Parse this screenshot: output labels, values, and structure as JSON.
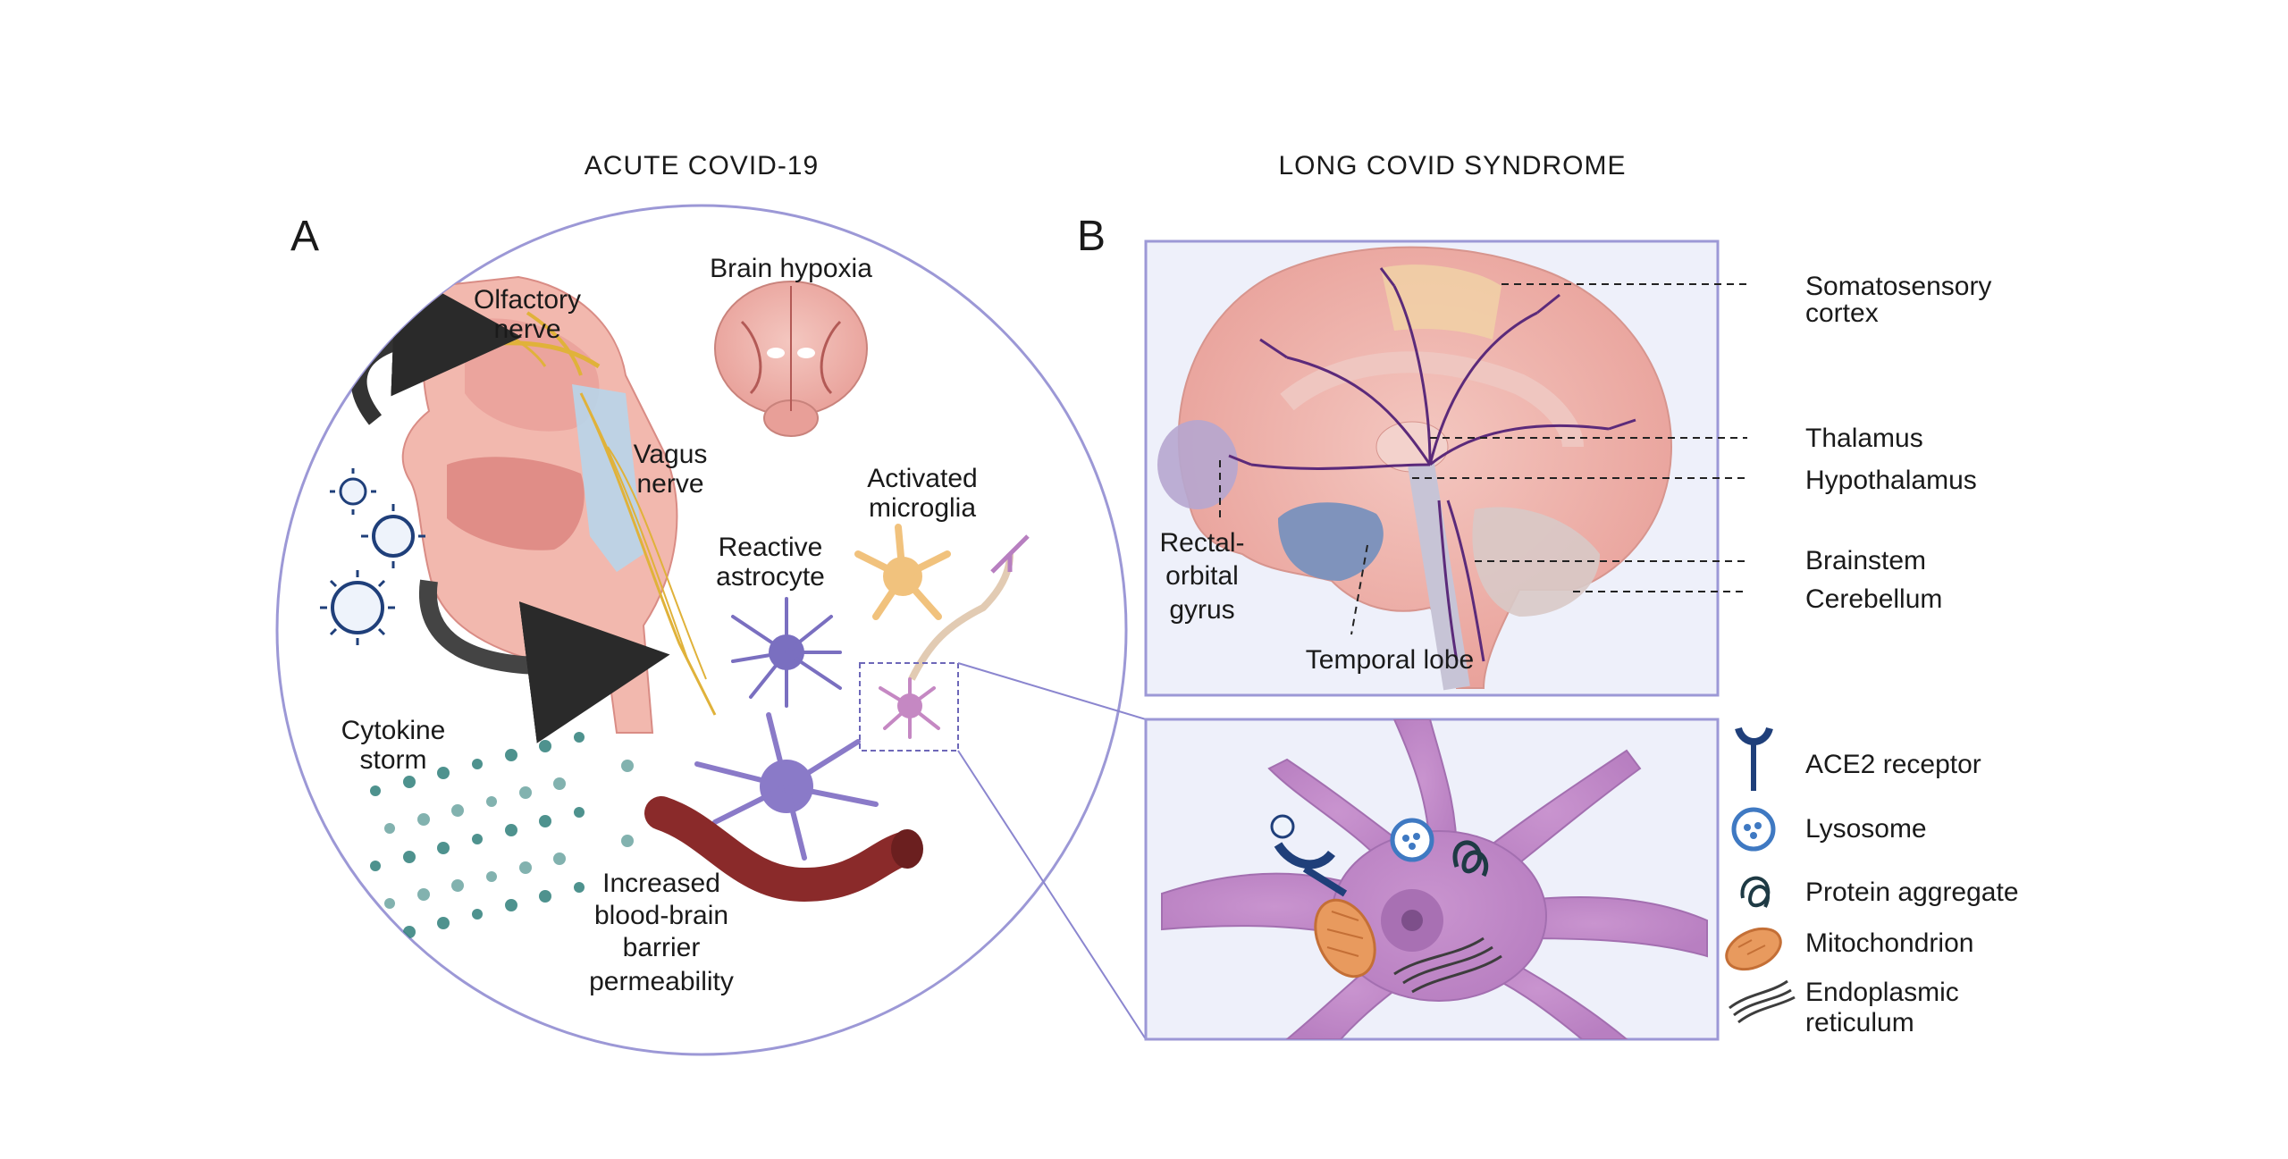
{
  "headers": {
    "acute": "ACUTE COVID-19",
    "long": "LONG COVID SYNDROME"
  },
  "panels": {
    "a": "A",
    "b": "B"
  },
  "panel_a": {
    "olfactory": [
      "Olfactory",
      "nerve"
    ],
    "hypoxia": "Brain hypoxia",
    "vagus": [
      "Vagus",
      "nerve"
    ],
    "microglia": [
      "Activated",
      "microglia"
    ],
    "astrocyte": [
      "Reactive",
      "astrocyte"
    ],
    "cytokine": [
      "Cytokine",
      "storm"
    ],
    "bbb": [
      "Increased",
      "blood-brain",
      "barrier",
      "permeability"
    ]
  },
  "panel_b": {
    "somato": [
      "Somatosensory",
      "cortex"
    ],
    "thalamus": "Thalamus",
    "hypothalamus": "Hypothalamus",
    "brainstem": "Brainstem",
    "cerebellum": "Cerebellum",
    "rectal": [
      "Rectal-",
      "orbital",
      "gyrus"
    ],
    "temporal": "Temporal lobe"
  },
  "legend": {
    "ace2": "ACE2 receptor",
    "lysosome": "Lysosome",
    "protein": "Protein aggregate",
    "mito": "Mitochondrion",
    "er": [
      "Endoplasmic",
      "reticulum"
    ]
  },
  "colors": {
    "frame": "#9c98d6",
    "tissue_pink": "#e8a3a3",
    "neuron_purple": "#b77fc0",
    "vessel_red": "#8a2a2a",
    "virus_blue": "#1f3f7a",
    "cytokine_teal": "#2f7f7a"
  }
}
